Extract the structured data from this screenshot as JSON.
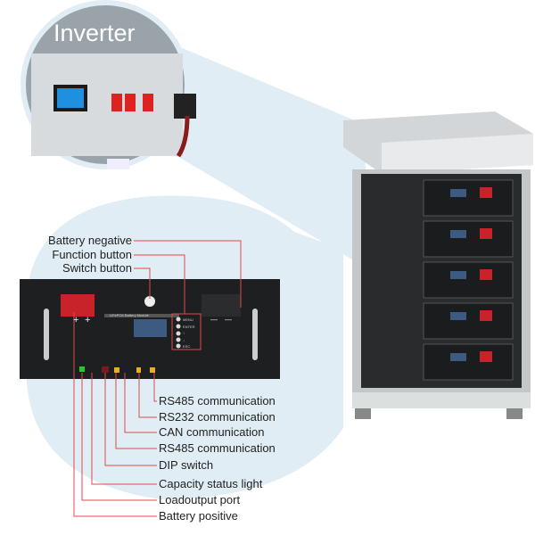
{
  "inverter": {
    "title": "Inverter"
  },
  "module": {
    "name_plate": "LiFePO4 Battery Module",
    "lcd_buttons": [
      "MENU",
      "ENTER",
      "↑",
      "↓",
      "ESC"
    ],
    "positive_marks": [
      "+",
      "+"
    ],
    "negative_marks": [
      "—",
      "—"
    ]
  },
  "top_labels": [
    "Battery negative",
    "Function button",
    "Switch button"
  ],
  "bottom_labels": [
    "RS485 communication",
    "RS232 communication",
    "CAN communication",
    "RS485 communication",
    "DIP switch",
    "Capacity status light",
    "Loadoutput port",
    "Battery positive"
  ],
  "colors": {
    "leader": "#e0494d",
    "background_blob": "#e1edf5",
    "panel": "#1e1f21",
    "terminal": "#c8232b"
  }
}
